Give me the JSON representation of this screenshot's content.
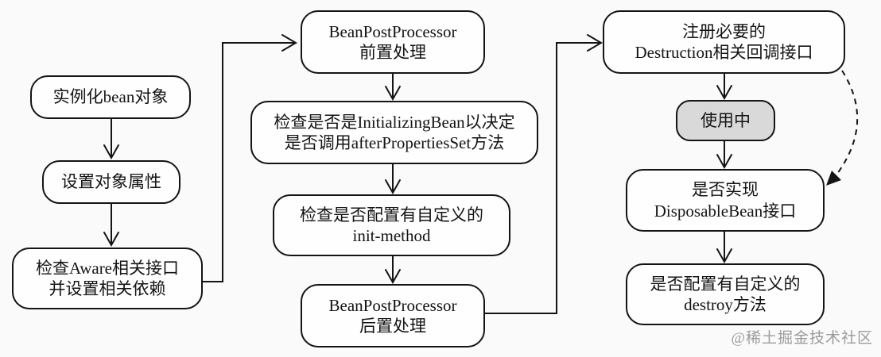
{
  "nodes": {
    "instantiate_bean": {
      "lines": [
        "实例化bean对象"
      ]
    },
    "set_properties": {
      "lines": [
        "设置对象属性"
      ]
    },
    "check_aware": {
      "lines": [
        "检查Aware相关接口",
        "并设置相关依赖"
      ]
    },
    "bpp_before": {
      "lines": [
        "BeanPostProcessor",
        "前置处理"
      ]
    },
    "check_initializing_bean": {
      "lines": [
        "检查是否是InitializingBean以决定",
        "是否调用afterPropertiesSet方法"
      ]
    },
    "check_init_method": {
      "lines": [
        "检查是否配置有自定义的",
        "init-method"
      ]
    },
    "bpp_after": {
      "lines": [
        "BeanPostProcessor",
        "后置处理"
      ]
    },
    "register_destruction": {
      "lines": [
        "注册必要的",
        "Destruction相关回调接口"
      ]
    },
    "in_use": {
      "lines": [
        "使用中"
      ]
    },
    "check_disposable_bean": {
      "lines": [
        "是否实现",
        "DisposableBean接口"
      ]
    },
    "check_destroy_method": {
      "lines": [
        "是否配置有自定义的",
        "destroy方法"
      ]
    }
  },
  "watermark": "@稀土掘金技术社区",
  "colors": {
    "background": "#fafafa",
    "node_fill": "#fefefe",
    "in_use_fill": "#d9d9d9",
    "line": "#141414",
    "watermark": "#9b9b9b"
  }
}
